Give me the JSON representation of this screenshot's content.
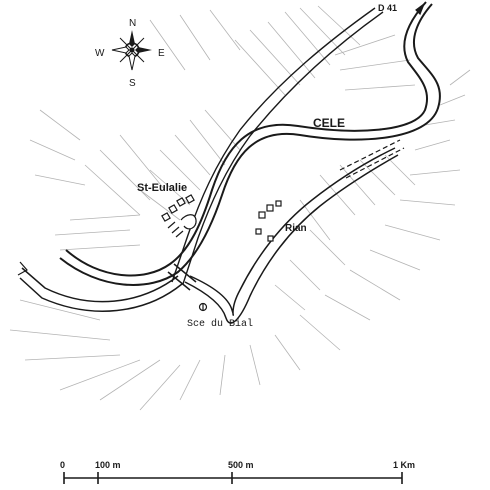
{
  "compass": {
    "north": "N",
    "south": "S",
    "east": "E",
    "west": "W"
  },
  "labels": {
    "road": "D 41",
    "river": "CELE",
    "village_main": "St-Eulalie",
    "village_small": "Rian",
    "spring": "Sce du Bial"
  },
  "scale": {
    "tick_0": "0",
    "tick_100": "100 m",
    "tick_500": "500 m",
    "tick_1000": "1 Km"
  },
  "colors": {
    "ink": "#1a1a1a",
    "hatch": "#9a9a9a",
    "paper": "#ffffff"
  }
}
